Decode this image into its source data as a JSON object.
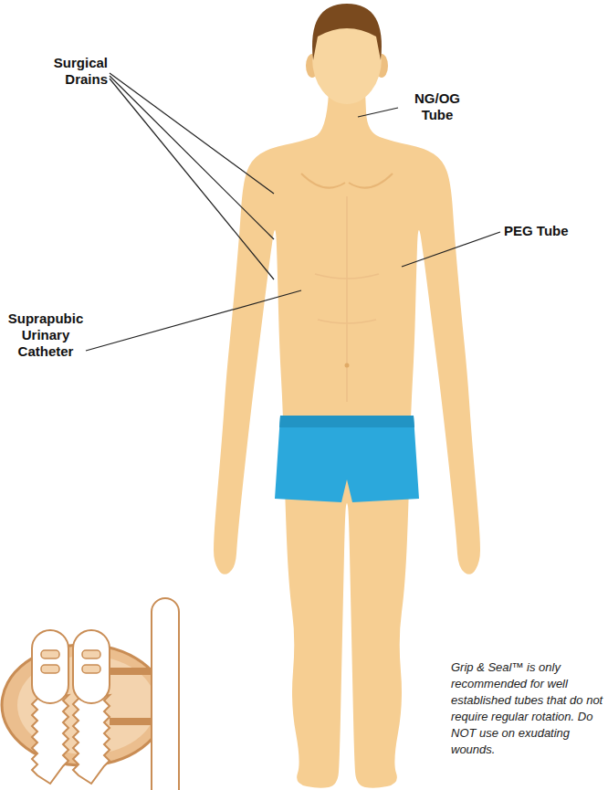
{
  "diagram": {
    "labels": [
      "NG/OG Tube",
      "Surgical Drains",
      "PEG Tube",
      "Suprapubic Urinary Catheter",
      "Grip & Seal™ is only recommended for well established tubes that do not require regular rotation. Do NOT use on exudating wounds."
    ]
  }
}
